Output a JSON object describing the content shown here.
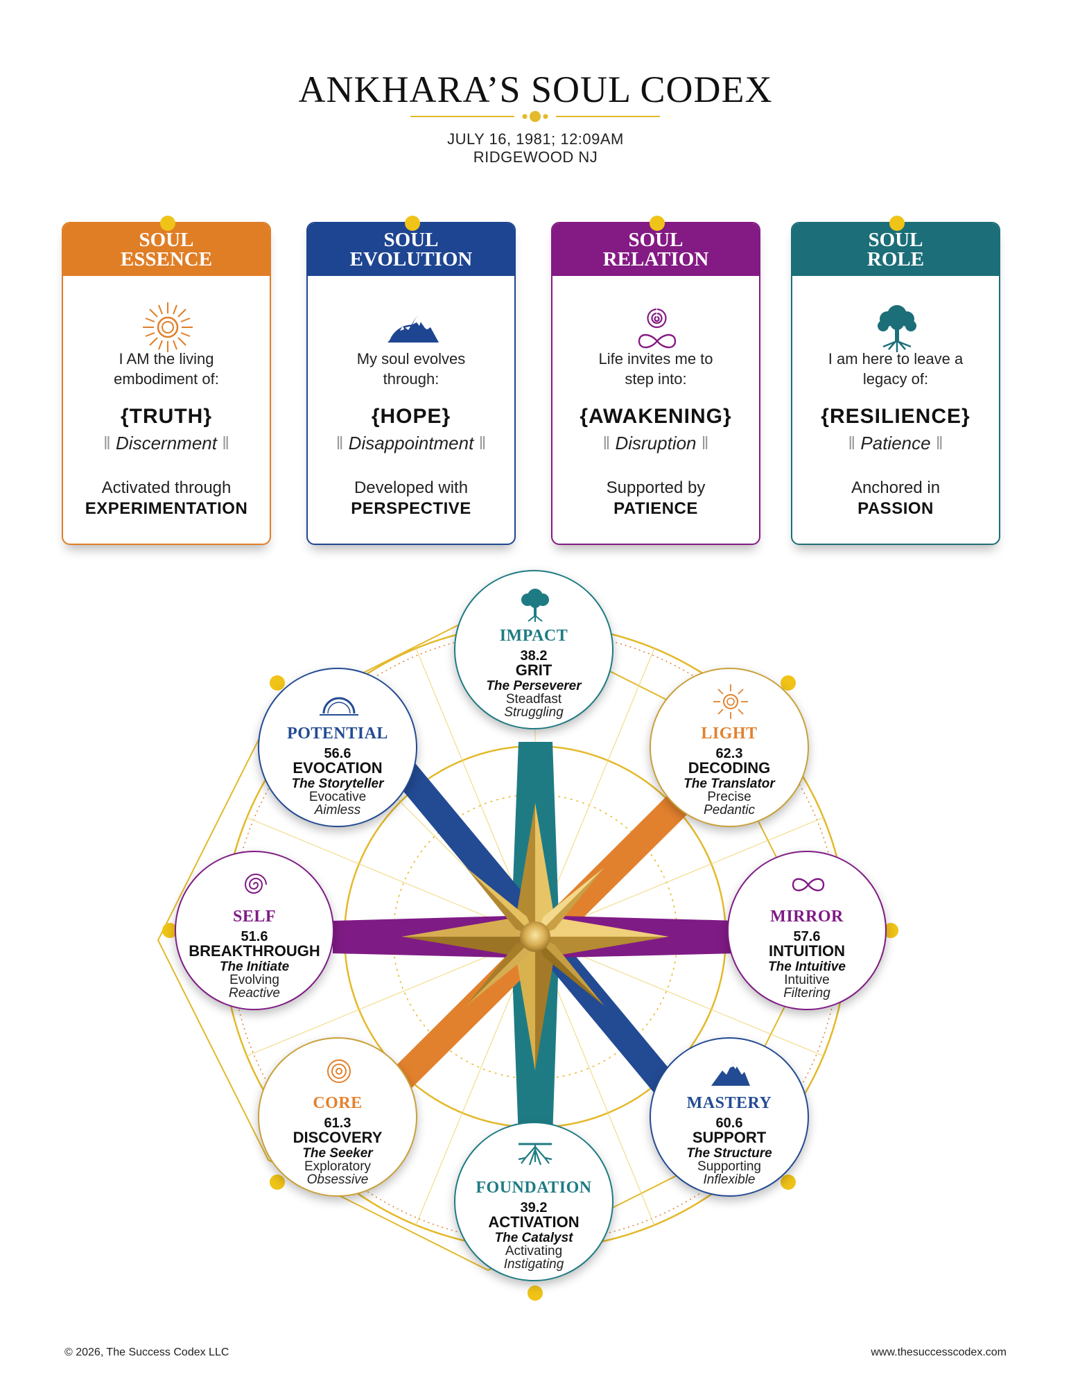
{
  "header": {
    "title": "ANKHARA’S SOUL CODEX",
    "date": "JULY 16, 1981; 12:09AM",
    "place": "RIDGEWOOD NJ",
    "accent": "#e4b92a"
  },
  "cards": [
    {
      "id": "essence",
      "title1": "SOUL",
      "title2": "ESSENCE",
      "color": "#e07e26",
      "icon": "sun-icon",
      "intro1": "I AM the living",
      "intro2": "embodiment of:",
      "word": "{TRUTH}",
      "shadow": "Discernment",
      "act1": "Activated through",
      "act2": "EXPERIMENTATION"
    },
    {
      "id": "evolution",
      "title1": "SOUL",
      "title2": "EVOLUTION",
      "color": "#1e4591",
      "icon": "mountain-icon",
      "intro1": "My soul evolves",
      "intro2": "through:",
      "word": "{HOPE}",
      "shadow": "Disappointment",
      "act1": "Developed with",
      "act2": "PERSPECTIVE"
    },
    {
      "id": "relation",
      "title1": "SOUL",
      "title2": "RELATION",
      "color": "#841a83",
      "icon": "spiral-infinity-icon",
      "intro1": "Life invites me to",
      "intro2": "step into:",
      "word": "{AWAKENING}",
      "shadow": "Disruption",
      "act1": "Supported by",
      "act2": "PATIENCE"
    },
    {
      "id": "role",
      "title1": "SOUL",
      "title2": "ROLE",
      "color": "#1c6e78",
      "icon": "tree-icon",
      "intro1": "I am here to leave a",
      "intro2": "legacy of:",
      "word": "{RESILIENCE}",
      "shadow": "Patience",
      "act1": "Anchored in",
      "act2": "PASSION"
    }
  ],
  "wheel": {
    "colors": {
      "teal": "#1f7b83",
      "blue": "#234b93",
      "orange": "#e2812d",
      "purple": "#7f1b85",
      "gold": "#e4b92a"
    },
    "nodes": [
      {
        "id": "impact",
        "name": "IMPACT",
        "number": "38.2",
        "word": "GRIT",
        "archetype": "The Perseverer",
        "gift": "Steadfast",
        "shadow": "Struggling",
        "color": "#1f7b83",
        "icon": "tree-icon"
      },
      {
        "id": "light",
        "name": "LIGHT",
        "number": "62.3",
        "word": "DECODING",
        "archetype": "The Translator",
        "gift": "Precise",
        "shadow": "Pedantic",
        "color": "#e2812d",
        "icon": "sun-icon"
      },
      {
        "id": "mirror",
        "name": "MIRROR",
        "number": "57.6",
        "word": "INTUITION",
        "archetype": "The Intuitive",
        "gift": "Intuitive",
        "shadow": "Filtering",
        "color": "#7f1b85",
        "icon": "infinity-icon"
      },
      {
        "id": "mastery",
        "name": "MASTERY",
        "number": "60.6",
        "word": "SUPPORT",
        "archetype": "The Structure",
        "gift": "Supporting",
        "shadow": "Inflexible",
        "color": "#234b93",
        "icon": "mountain-icon"
      },
      {
        "id": "foundation",
        "name": "FOUNDATION",
        "number": "39.2",
        "word": "ACTIVATION",
        "archetype": "The Catalyst",
        "gift": "Activating",
        "shadow": "Instigating",
        "color": "#1f7b83",
        "icon": "roots-icon"
      },
      {
        "id": "core",
        "name": "CORE",
        "number": "61.3",
        "word": "DISCOVERY",
        "archetype": "The Seeker",
        "gift": "Exploratory",
        "shadow": "Obsessive",
        "color": "#e2812d",
        "icon": "concentric-circles-icon"
      },
      {
        "id": "self",
        "name": "SELF",
        "number": "51.6",
        "word": "BREAKTHROUGH",
        "archetype": "The Initiate",
        "gift": "Evolving",
        "shadow": "Reactive",
        "color": "#7f1b85",
        "icon": "spiral-icon"
      },
      {
        "id": "potential",
        "name": "POTENTIAL",
        "number": "56.6",
        "word": "EVOCATION",
        "archetype": "The Storyteller",
        "gift": "Evocative",
        "shadow": "Aimless",
        "color": "#234b93",
        "icon": "horizon-arc-icon"
      }
    ]
  },
  "footer": {
    "copyright": "© 2026, The Success Codex LLC",
    "website": "www.thesuccesscodex.com"
  }
}
